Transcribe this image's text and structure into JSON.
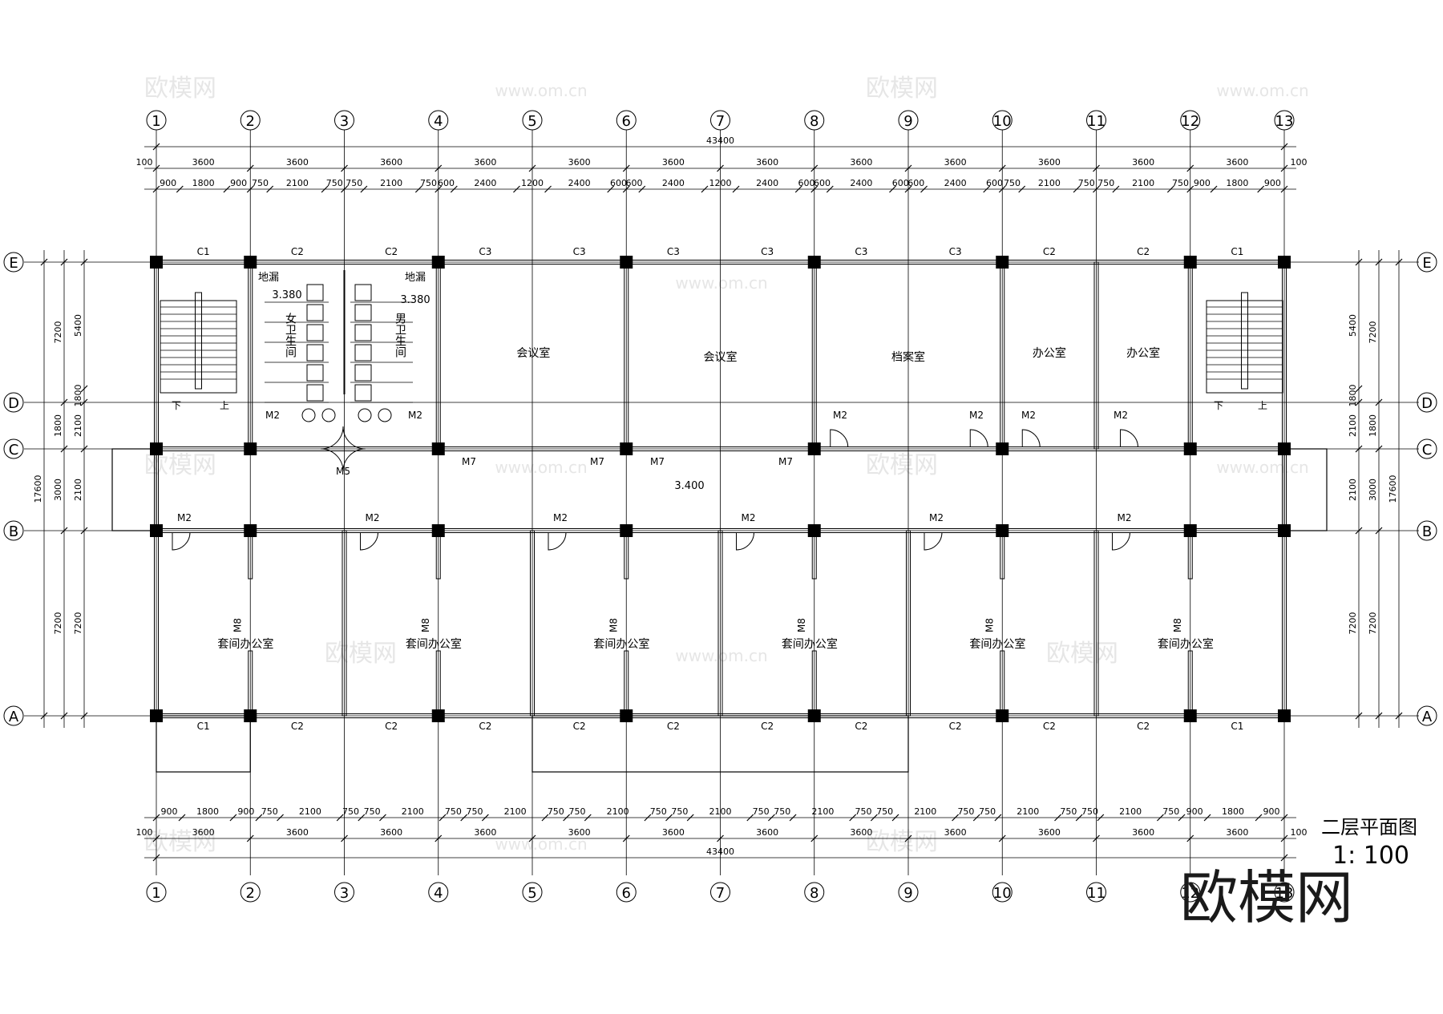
{
  "drawing": {
    "title": "二层平面图",
    "scale": "1: 100"
  },
  "watermark": {
    "logo": "欧模网",
    "url": "www.om.cn"
  },
  "grid": {
    "columns": [
      "1",
      "2",
      "3",
      "4",
      "5",
      "6",
      "7",
      "8",
      "9",
      "10",
      "11",
      "12",
      "13"
    ],
    "rows": [
      "E",
      "D",
      "C",
      "B",
      "A"
    ]
  },
  "dimensions": {
    "overall_length": "43400",
    "overall_width": "17600",
    "edge_offset": "100",
    "bays": [
      "3600",
      "3600",
      "3600",
      "3600",
      "3600",
      "3600",
      "3600",
      "3600",
      "3600",
      "3600",
      "3600",
      "3600"
    ],
    "top_detail": [
      "900",
      "1800",
      "900",
      "750",
      "2100",
      "750",
      "750",
      "2100",
      "750",
      "600",
      "2400",
      "1200",
      "2400",
      "600",
      "600",
      "2400",
      "1200",
      "2400",
      "600",
      "600",
      "2400",
      "600",
      "600",
      "2400",
      "600",
      "750",
      "2100",
      "750",
      "750",
      "2100",
      "750",
      "900",
      "1800",
      "900"
    ],
    "bottom_detail": [
      "900",
      "1800",
      "900",
      "750",
      "2100",
      "750",
      "750",
      "2100",
      "750",
      "750",
      "2100",
      "750",
      "750",
      "2100",
      "750",
      "750",
      "2100",
      "750",
      "750",
      "2100",
      "750",
      "750",
      "2100",
      "750",
      "750",
      "2100",
      "750",
      "750",
      "2100",
      "750",
      "900",
      "1800",
      "900"
    ],
    "row_bays_outer": [
      "7200",
      "1800",
      "3000",
      "7200"
    ],
    "row_bays_inner": [
      "5400",
      "1800",
      "2100",
      "7200"
    ]
  },
  "rooms": {
    "meeting_room": "会议室",
    "archive_room": "档案室",
    "office": "办公室",
    "suite_office": "套间办公室",
    "womens_toilet": "女卫生间",
    "mens_toilet": "男卫生间",
    "floor_drain": "地漏"
  },
  "elevations": {
    "toilet": "3.380",
    "corridor": "3.400"
  },
  "tags": {
    "windows": [
      "C1",
      "C2",
      "C3"
    ],
    "doors": [
      "M2",
      "M5",
      "M7",
      "M8"
    ],
    "up": "上",
    "down": "下"
  }
}
